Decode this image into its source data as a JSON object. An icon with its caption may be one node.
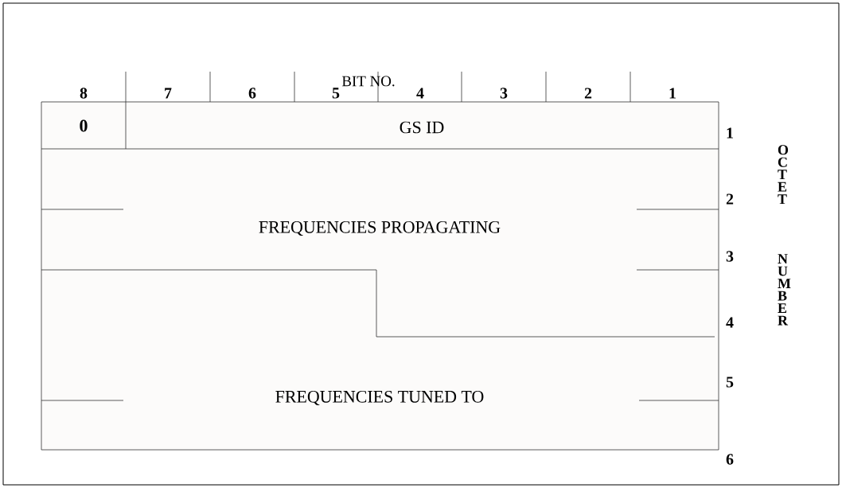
{
  "diagram": {
    "nodes": [
      {
        "text": [
          "0"
        ]
      },
      {
        "text": [
          "GS ID"
        ]
      },
      {
        "text": [
          "FREQUENCIES PROPAGATING"
        ]
      },
      {
        "text": [
          "FREQUENCIES TUNED TO"
        ]
      }
    ],
    "labels": [
      "BIT NO.",
      "8",
      "7",
      "6",
      "5",
      "4",
      "3",
      "2",
      "1",
      "1",
      "2",
      "3",
      "4",
      "5",
      "6",
      "OCTET",
      "NUMBER"
    ]
  }
}
